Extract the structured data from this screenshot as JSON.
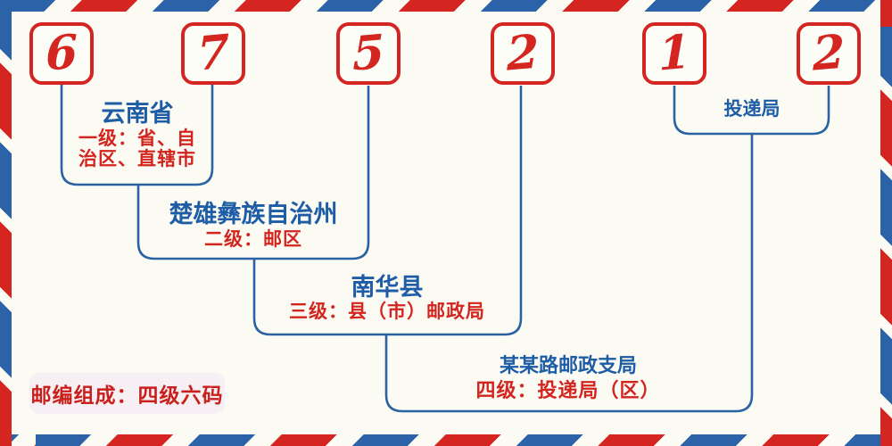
{
  "postal_code": {
    "digits": [
      "6",
      "7",
      "5",
      "2",
      "1",
      "2"
    ]
  },
  "levels": [
    {
      "place": "云南省",
      "desc_lines": [
        "一级：省、自",
        "治区、直辖市"
      ]
    },
    {
      "place": "楚雄彝族自治州",
      "desc_lines": [
        "二级：邮区"
      ]
    },
    {
      "place": "南华县",
      "desc_lines": [
        "三级：县（市）邮政局"
      ]
    },
    {
      "place": "某某路邮政支局",
      "desc_lines": [
        "四级：投递局（区）"
      ]
    }
  ],
  "delivery_office_label": "投递局",
  "footer": {
    "badge": "邮编组成：四级六码"
  },
  "colors": {
    "accent_red": "#d42521",
    "heading_blue": "#1e5da6",
    "line_blue": "#2b62a3",
    "stripe_red": "#d42521",
    "stripe_blue": "#2b62a8",
    "background": "#fbfbf3",
    "badge_background": "#f6eff4"
  }
}
